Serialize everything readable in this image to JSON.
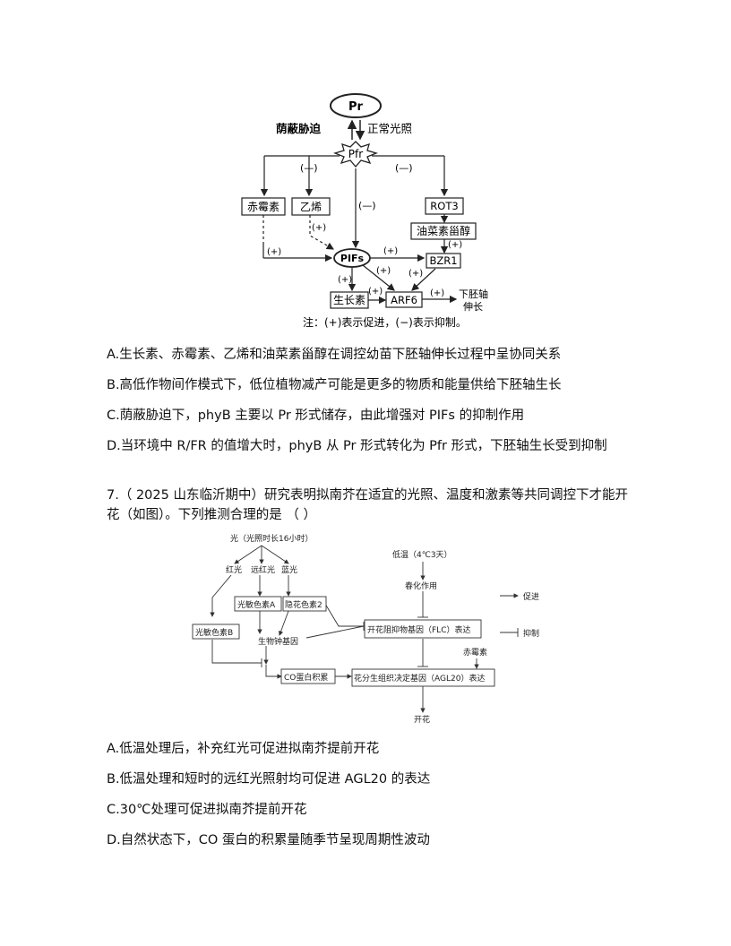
{
  "diagram1": {
    "pr": "Pr",
    "pfr": "Pfr",
    "shade": "荫蔽胁迫",
    "normal": "正常光照",
    "ga": "赤霉素",
    "ethylene": "乙烯",
    "pifs": "PIFs",
    "rot3": "ROT3",
    "br": "油菜素甾醇",
    "bzr1": "BZR1",
    "auxin": "生长素",
    "arf6": "ARF6",
    "hypo1": "下胚轴",
    "hypo2": "伸长",
    "neg": "(—)",
    "pos": "(+)",
    "note": "注：(+)表示促进，(−)表示抑制。"
  },
  "q6": {
    "A": "A.生长素、赤霉素、乙烯和油菜素甾醇在调控幼苗下胚轴伸长过程中呈协同关系",
    "B": "B.高低作物间作模式下，低位植物减产可能是更多的物质和能量供给下胚轴生长",
    "C": "C.荫蔽胁迫下，phyB 主要以 Pr 形式储存，由此增强对 PIFs 的抑制作用",
    "D": "D.当环境中 R/FR 的值增大时，phyB 从 Pr 形式转化为 Pfr 形式，下胚轴生长受到抑制"
  },
  "q7": {
    "stem": "7.（ 2025 山东临沂期中）研究表明拟南芥在适宜的光照、温度和激素等共同调控下才能开花（如图）。下列推测合理的是 （ ）",
    "A": "A.低温处理后，补充红光可促进拟南芥提前开花",
    "B": "B.低温处理和短时的远红光照射均可促进 AGL20 的表达",
    "C": "C.30℃处理可促进拟南芥提前开花",
    "D": "D.自然状态下，CO 蛋白的积累量随季节呈现周期性波动"
  },
  "diagram2": {
    "light": "光（光照时长16小时）",
    "red": "红光",
    "farred": "远红光",
    "blue": "蓝光",
    "phyA": "光敏色素A",
    "cry2": "隐花色素2",
    "phyB": "光敏色素B",
    "clock": "生物钟基因",
    "co": "CO蛋白积累",
    "cold": "低温（4℃3天）",
    "vern": "春化作用",
    "flc": "开花阻抑物基因（FLC）表达",
    "ga": "赤霉素",
    "agl20": "花分生组织决定基因（AGL20）表达",
    "flower": "开花",
    "legend_promote": "促进",
    "legend_inhibit": "抑制"
  }
}
